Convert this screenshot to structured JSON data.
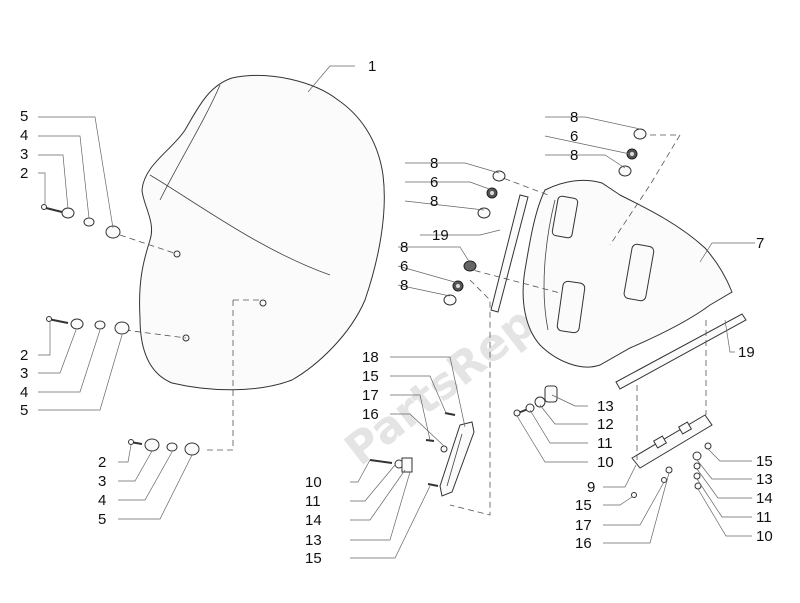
{
  "watermark": "PartsRepublik",
  "callouts": [
    {
      "id": "c1",
      "text": "1"
    },
    {
      "id": "c2",
      "text": "5"
    },
    {
      "id": "c3",
      "text": "4"
    },
    {
      "id": "c4",
      "text": "3"
    },
    {
      "id": "c5",
      "text": "2"
    },
    {
      "id": "c6",
      "text": "2"
    },
    {
      "id": "c7",
      "text": "3"
    },
    {
      "id": "c8",
      "text": "4"
    },
    {
      "id": "c9",
      "text": "5"
    },
    {
      "id": "c10",
      "text": "2"
    },
    {
      "id": "c11",
      "text": "3"
    },
    {
      "id": "c12",
      "text": "4"
    },
    {
      "id": "c13",
      "text": "5"
    },
    {
      "id": "c14",
      "text": "8"
    },
    {
      "id": "c15",
      "text": "6"
    },
    {
      "id": "c16",
      "text": "8"
    },
    {
      "id": "c17",
      "text": "19"
    },
    {
      "id": "c18",
      "text": "8"
    },
    {
      "id": "c19",
      "text": "6"
    },
    {
      "id": "c20",
      "text": "8"
    },
    {
      "id": "c21",
      "text": "8"
    },
    {
      "id": "c22",
      "text": "6"
    },
    {
      "id": "c23",
      "text": "8"
    },
    {
      "id": "c24",
      "text": "7"
    },
    {
      "id": "c25",
      "text": "19"
    },
    {
      "id": "c26",
      "text": "18"
    },
    {
      "id": "c27",
      "text": "15"
    },
    {
      "id": "c28",
      "text": "17"
    },
    {
      "id": "c29",
      "text": "16"
    },
    {
      "id": "c30",
      "text": "10"
    },
    {
      "id": "c31",
      "text": "11"
    },
    {
      "id": "c32",
      "text": "14"
    },
    {
      "id": "c33",
      "text": "13"
    },
    {
      "id": "c34",
      "text": "15"
    },
    {
      "id": "c35",
      "text": "13"
    },
    {
      "id": "c36",
      "text": "12"
    },
    {
      "id": "c37",
      "text": "11"
    },
    {
      "id": "c38",
      "text": "10"
    },
    {
      "id": "c39",
      "text": "9"
    },
    {
      "id": "c40",
      "text": "15"
    },
    {
      "id": "c41",
      "text": "17"
    },
    {
      "id": "c42",
      "text": "16"
    },
    {
      "id": "c43",
      "text": "15"
    },
    {
      "id": "c44",
      "text": "13"
    },
    {
      "id": "c45",
      "text": "14"
    },
    {
      "id": "c46",
      "text": "11"
    },
    {
      "id": "c47",
      "text": "10"
    }
  ]
}
